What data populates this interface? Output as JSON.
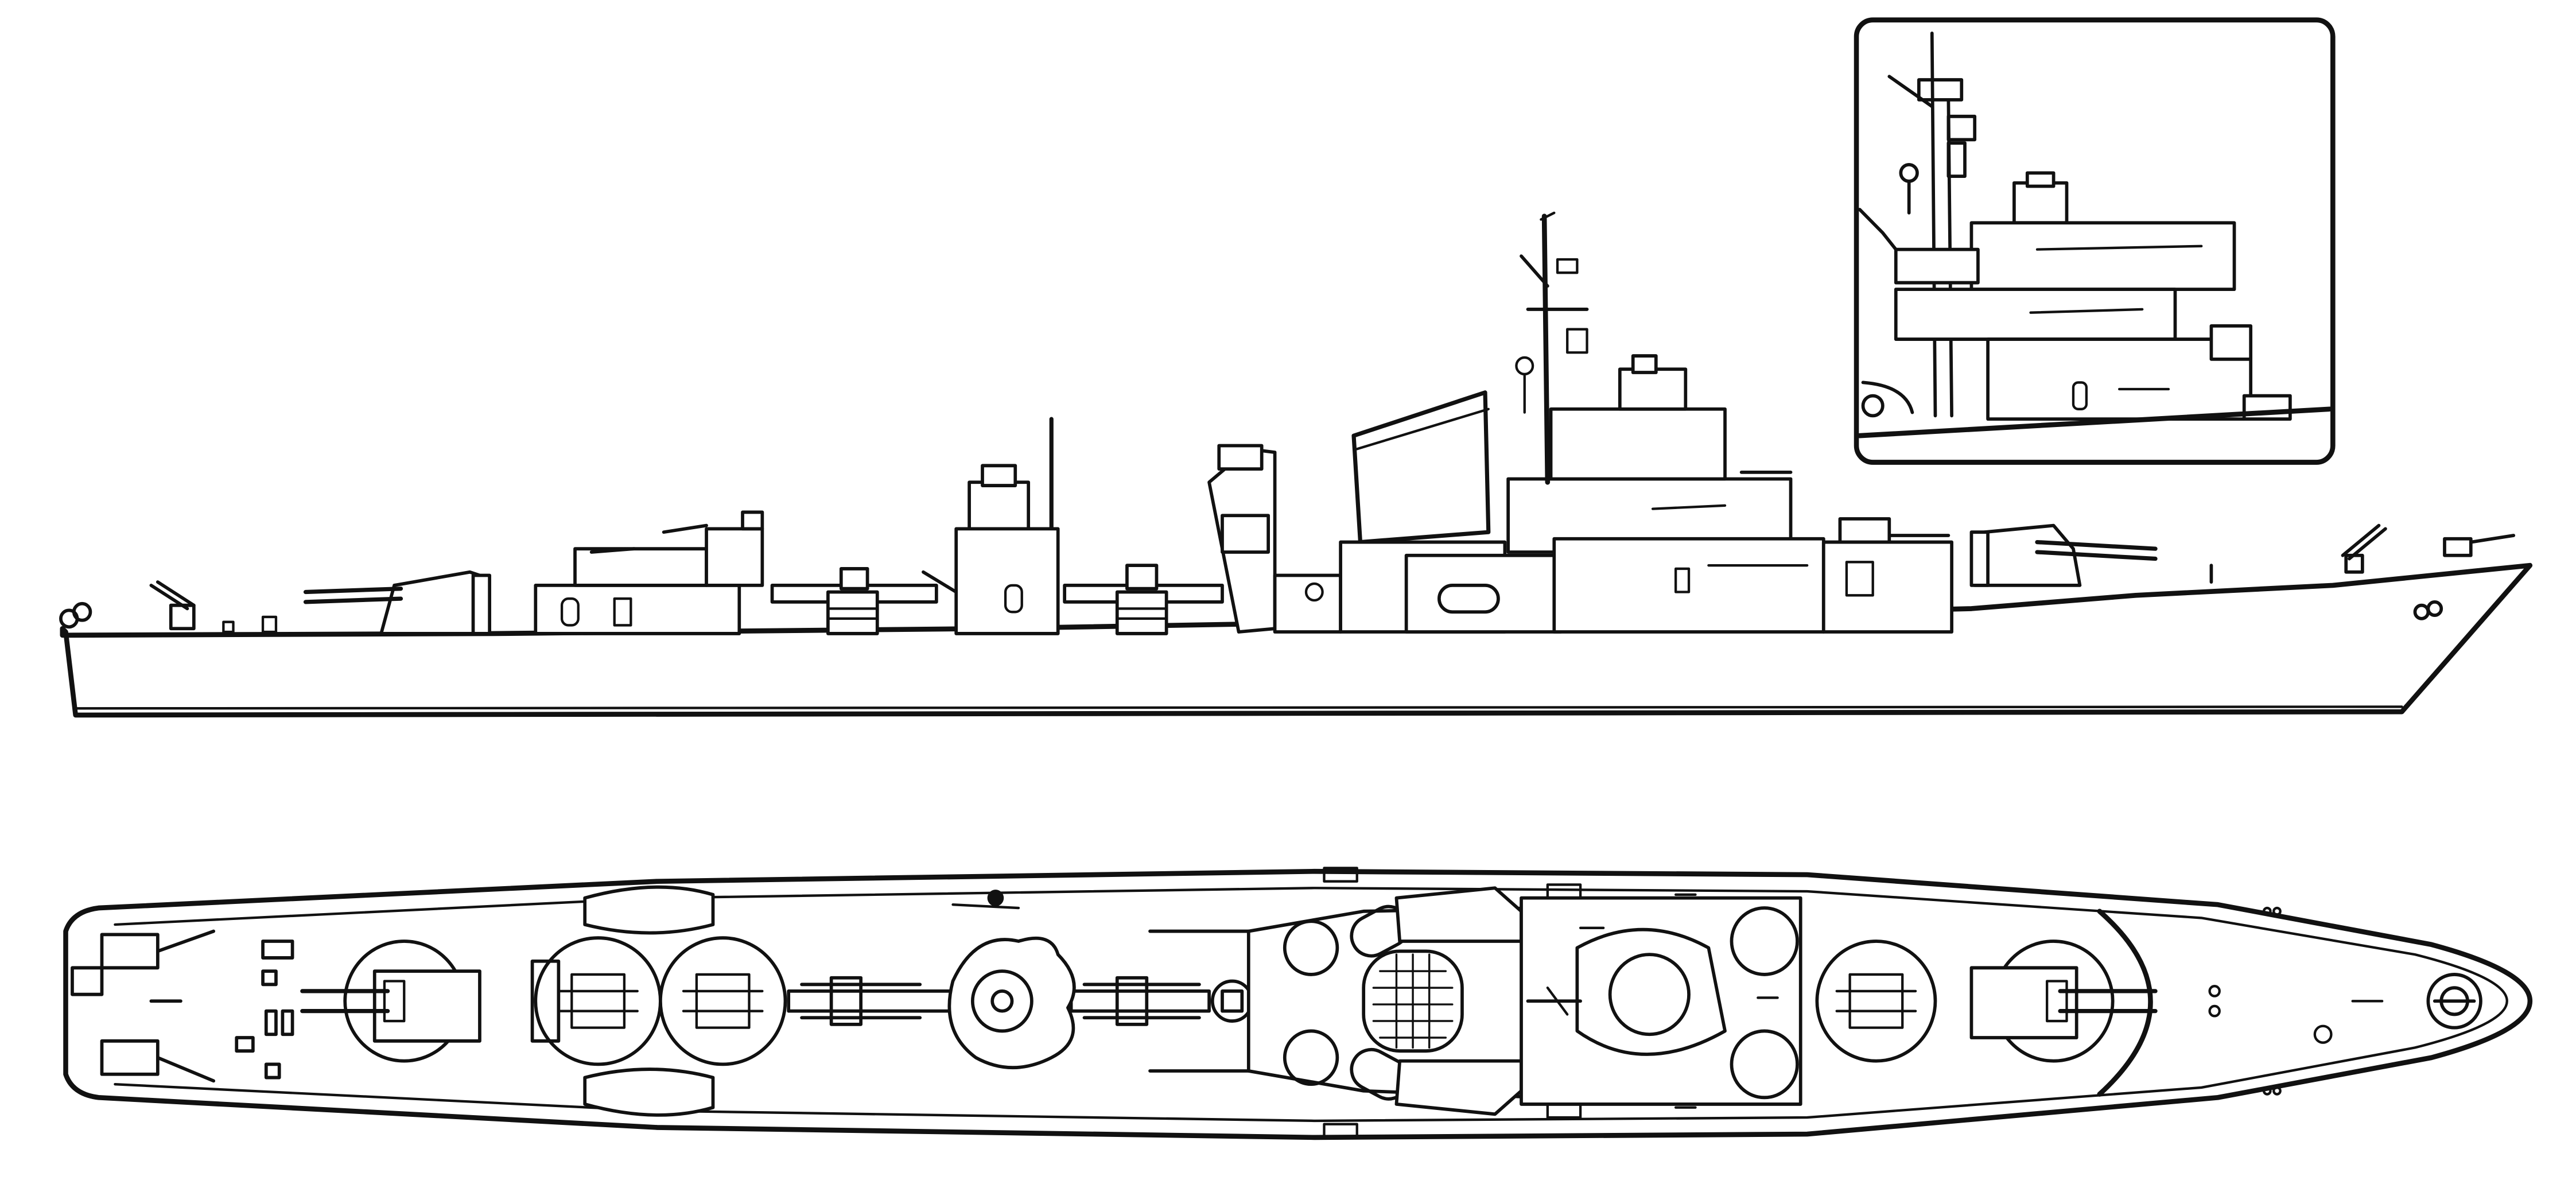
{
  "drawing": {
    "subject": "destroyer",
    "views": [
      "profile",
      "plan",
      "inset"
    ]
  },
  "colors": {
    "ink": "#111111",
    "paper": "#ffffff"
  }
}
